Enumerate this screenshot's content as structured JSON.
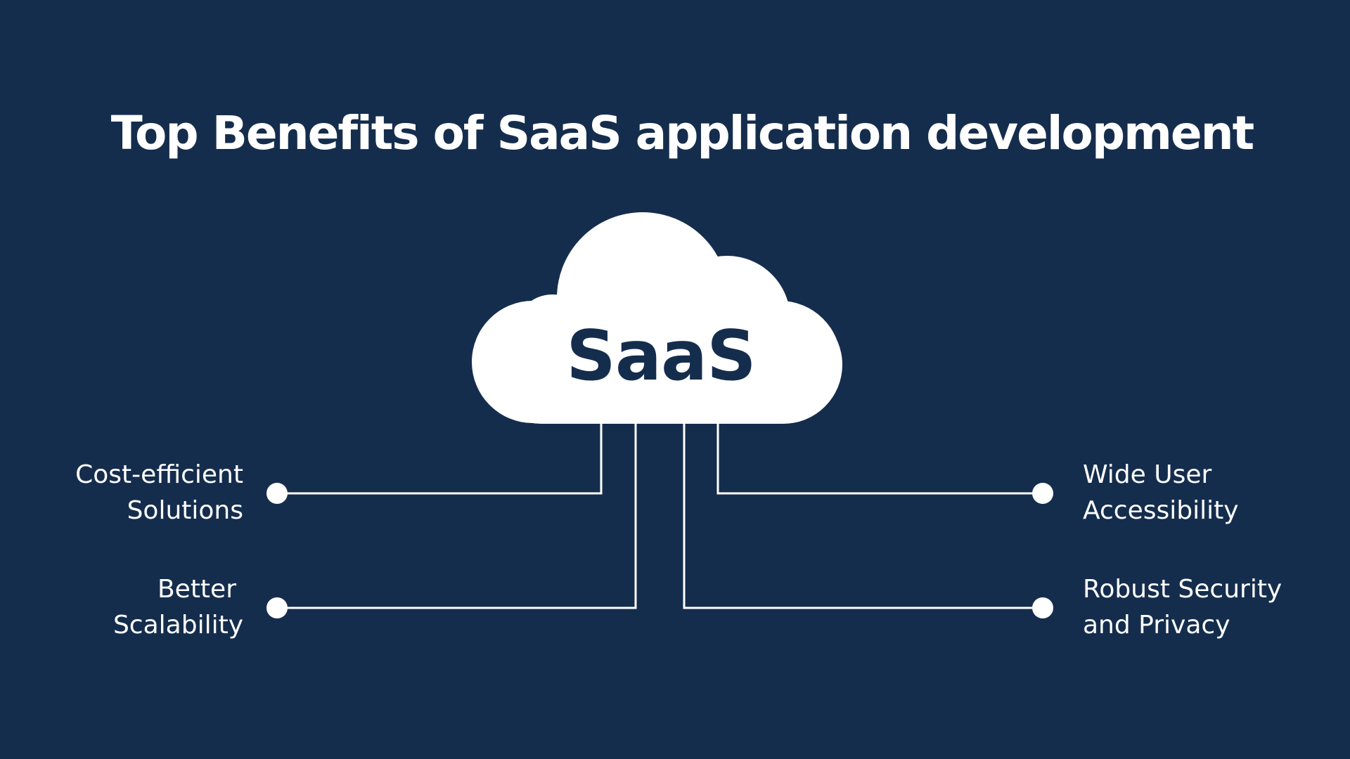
{
  "title": "Top Benefits of SaaS application development",
  "cloud_label": "SaaS",
  "colors": {
    "background": "#152d4d",
    "foreground": "#ffffff",
    "cloud_text": "#152d4d"
  },
  "benefits": {
    "cost": {
      "line1": "Cost-efficient",
      "line2": "Solutions"
    },
    "scalability": {
      "line1": "Better",
      "line2": "Scalability"
    },
    "accessibility": {
      "line1": "Wide User",
      "line2": "Accessibility"
    },
    "security": {
      "line1": "Robust Security",
      "line2": "and Privacy"
    }
  }
}
